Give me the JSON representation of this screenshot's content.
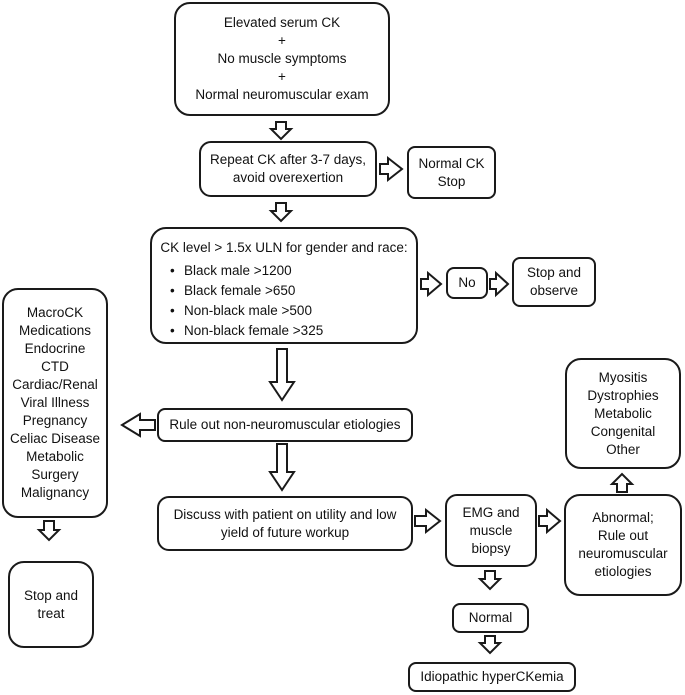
{
  "boxes": {
    "start": [
      "Elevated serum CK",
      "+",
      "No muscle symptoms",
      "+",
      "Normal neuromuscular exam"
    ],
    "repeat": [
      "Repeat CK after 3-7 days,",
      "avoid overexertion"
    ],
    "normal_ck": [
      "Normal CK",
      "Stop"
    ],
    "ck_level": {
      "heading": "CK level > 1.5x ULN for gender and race:",
      "bullets": [
        "Black male >1200",
        "Black female >650",
        "Non-black male >500",
        "Non-black female >325"
      ]
    },
    "no": "No",
    "stop_observe": [
      "Stop and",
      "observe"
    ],
    "etiologies_list": [
      "MacroCK",
      "Medications",
      "Endocrine",
      "CTD",
      "Cardiac/Renal",
      "Viral Illness",
      "Pregnancy",
      "Celiac Disease",
      "Metabolic",
      "Surgery",
      "Malignancy"
    ],
    "rule_out": "Rule out non-neuromuscular etiologies",
    "stop_treat": [
      "Stop and",
      "treat"
    ],
    "discuss": [
      "Discuss with patient on utility and low",
      "yield of future workup"
    ],
    "emg": [
      "EMG and",
      "muscle",
      "biopsy"
    ],
    "abnormal": [
      "Abnormal;",
      "Rule out",
      "neuromuscular",
      "etiologies"
    ],
    "myositis_list": [
      "Myositis",
      "Dystrophies",
      "Metabolic",
      "Congenital",
      "Other"
    ],
    "normal": "Normal",
    "idiopathic": "Idiopathic hyperCKemia"
  }
}
